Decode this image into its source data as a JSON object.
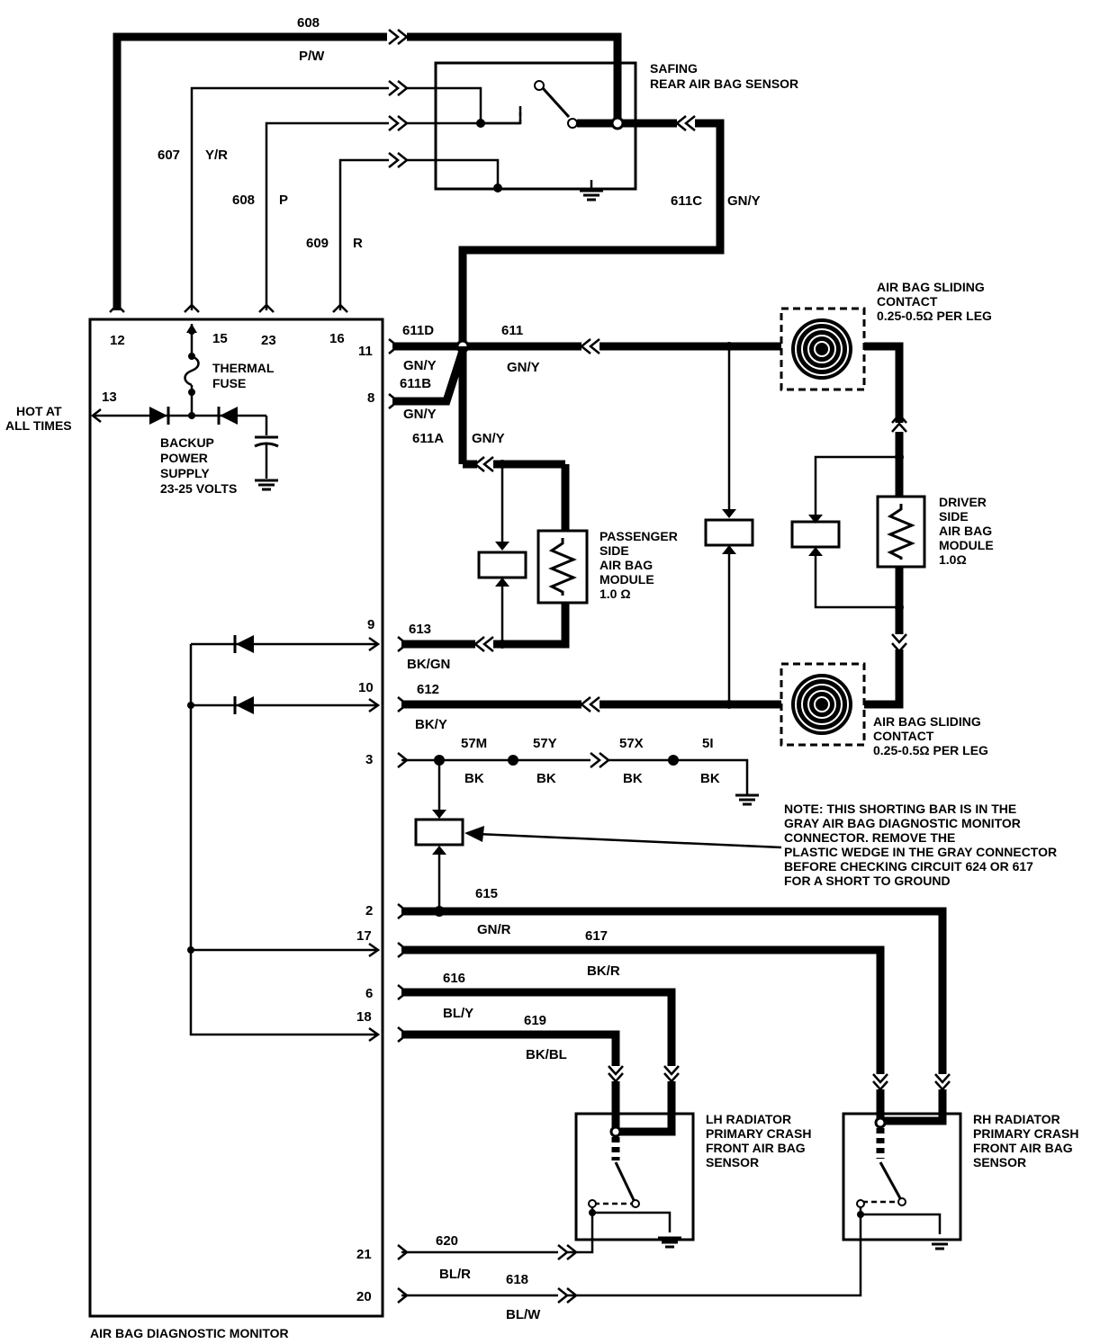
{
  "components": {
    "safing_sensor": [
      "SAFING",
      "REAR AIR BAG SENSOR"
    ],
    "sliding_contact_top": [
      "AIR BAG SLIDING",
      "CONTACT",
      "0.25-0.5Ω PER LEG"
    ],
    "sliding_contact_bottom": [
      "AIR BAG SLIDING",
      "CONTACT",
      "0.25-0.5Ω PER LEG"
    ],
    "driver_module": [
      "DRIVER",
      "SIDE",
      "AIR BAG",
      "MODULE",
      "1.0Ω"
    ],
    "passenger_module": [
      "PASSENGER",
      "SIDE",
      "AIR BAG",
      "MODULE",
      "1.0 Ω"
    ],
    "thermal_fuse": [
      "THERMAL",
      "FUSE"
    ],
    "backup_supply": [
      "BACKUP",
      "POWER",
      "SUPPLY",
      "23-25 VOLTS"
    ],
    "hot_at_all_times": [
      "HOT AT",
      "ALL TIMES"
    ],
    "lh_sensor": [
      "LH RADIATOR",
      "PRIMARY CRASH",
      "FRONT AIR BAG",
      "SENSOR"
    ],
    "rh_sensor": [
      "RH RADIATOR",
      "PRIMARY CRASH",
      "FRONT AIR BAG",
      "SENSOR"
    ],
    "monitor": "AIR BAG DIAGNOSTIC MONITOR",
    "note": [
      "NOTE:  THIS SHORTING BAR IS IN THE",
      "GRAY AIR BAG DIAGNOSTIC MONITOR",
      "CONNECTOR. REMOVE THE",
      "PLASTIC WEDGE IN THE GRAY CONNECTOR",
      "BEFORE CHECKING CIRCUIT 624 OR 617",
      "FOR A SHORT TO GROUND"
    ]
  },
  "pins": {
    "p12": "12",
    "p15": "15",
    "p23": "23",
    "p16": "16",
    "p11": "11",
    "p13": "13",
    "p8": "8",
    "p9": "9",
    "p10": "10",
    "p3": "3",
    "p2": "2",
    "p17": "17",
    "p6": "6",
    "p18": "18",
    "p21": "21",
    "p20": "20"
  },
  "circuits": {
    "c608_top": "608",
    "c608_top_color": "P/W",
    "c607": "607",
    "c607_color": "Y/R",
    "c608": "608",
    "c608_color": "P",
    "c609": "609",
    "c609_color": "R",
    "c611c": "611C",
    "c611c_color": "GN/Y",
    "c611d": "611D",
    "c611d_color": "GN/Y",
    "c611": "611",
    "c611_color": "GN/Y",
    "c611b": "611B",
    "c611b_color": "GN/Y",
    "c611a": "611A",
    "c611a_color": "GN/Y",
    "c613": "613",
    "c613_color": "BK/GN",
    "c612": "612",
    "c612_color": "BK/Y",
    "c57m": "57M",
    "c57m_color": "BK",
    "c57y": "57Y",
    "c57y_color": "BK",
    "c57x": "57X",
    "c57x_color": "BK",
    "c51": "5I",
    "c51_color": "BK",
    "c615": "615",
    "c615_color": "GN/R",
    "c617": "617",
    "c617_color": "BK/R",
    "c616": "616",
    "c616_color": "BL/Y",
    "c619": "619",
    "c619_color": "BK/BL",
    "c620": "620",
    "c620_color": "BL/R",
    "c618": "618",
    "c618_color": "BL/W"
  }
}
